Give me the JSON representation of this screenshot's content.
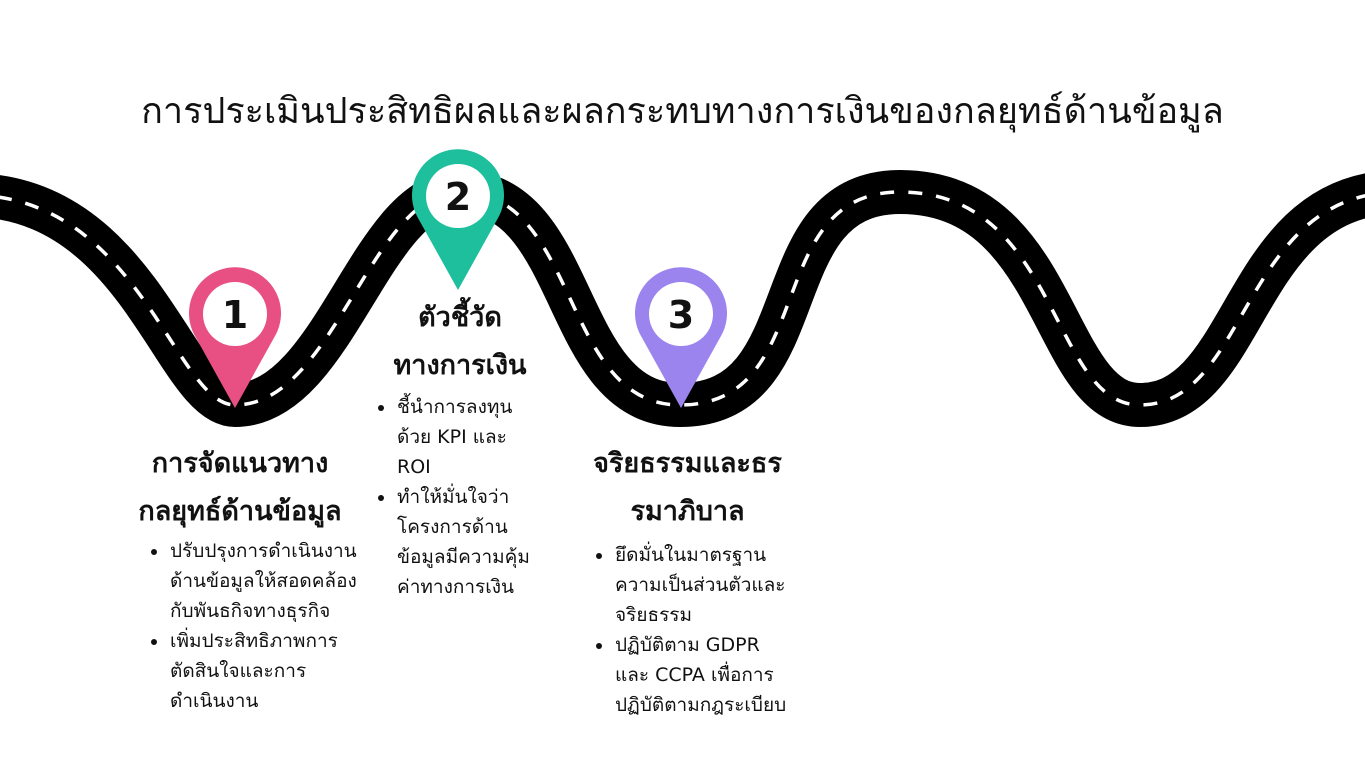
{
  "title": "การประเมินประสิทธิผลและผลกระทบทางการเงินของกลยุทธ์ด้านข้อมูล",
  "colors": {
    "road": "#000000",
    "dash": "#ffffff",
    "pin_1": "#e84f83",
    "pin_2": "#1dbf9c",
    "pin_3": "#9c84ee"
  },
  "steps": [
    {
      "number": "1",
      "heading": "การจัดแนวทางกลยุทธ์ด้านข้อมูล",
      "bullets": [
        "ปรับปรุงการดำเนินงานด้านข้อมูลให้สอดคล้องกับพันธกิจทางธุรกิจ",
        "เพิ่มประสิทธิภาพการตัดสินใจและการดำเนินงาน"
      ]
    },
    {
      "number": "2",
      "heading": "ตัวชี้วัดทางการเงิน",
      "bullets": [
        "ชี้นำการลงทุนด้วย KPI และ ROI",
        "ทำให้มั่นใจว่าโครงการด้านข้อมูลมีความคุ้มค่าทางการเงิน"
      ]
    },
    {
      "number": "3",
      "heading": "จริยธรรมและธรรมาภิบาล",
      "bullets": [
        "ยึดมั่นในมาตรฐานความเป็นส่วนตัวและจริยธรรม",
        "ปฏิบัติตาม GDPR และ CCPA เพื่อการปฏิบัติตามกฎระเบียบ"
      ]
    }
  ]
}
